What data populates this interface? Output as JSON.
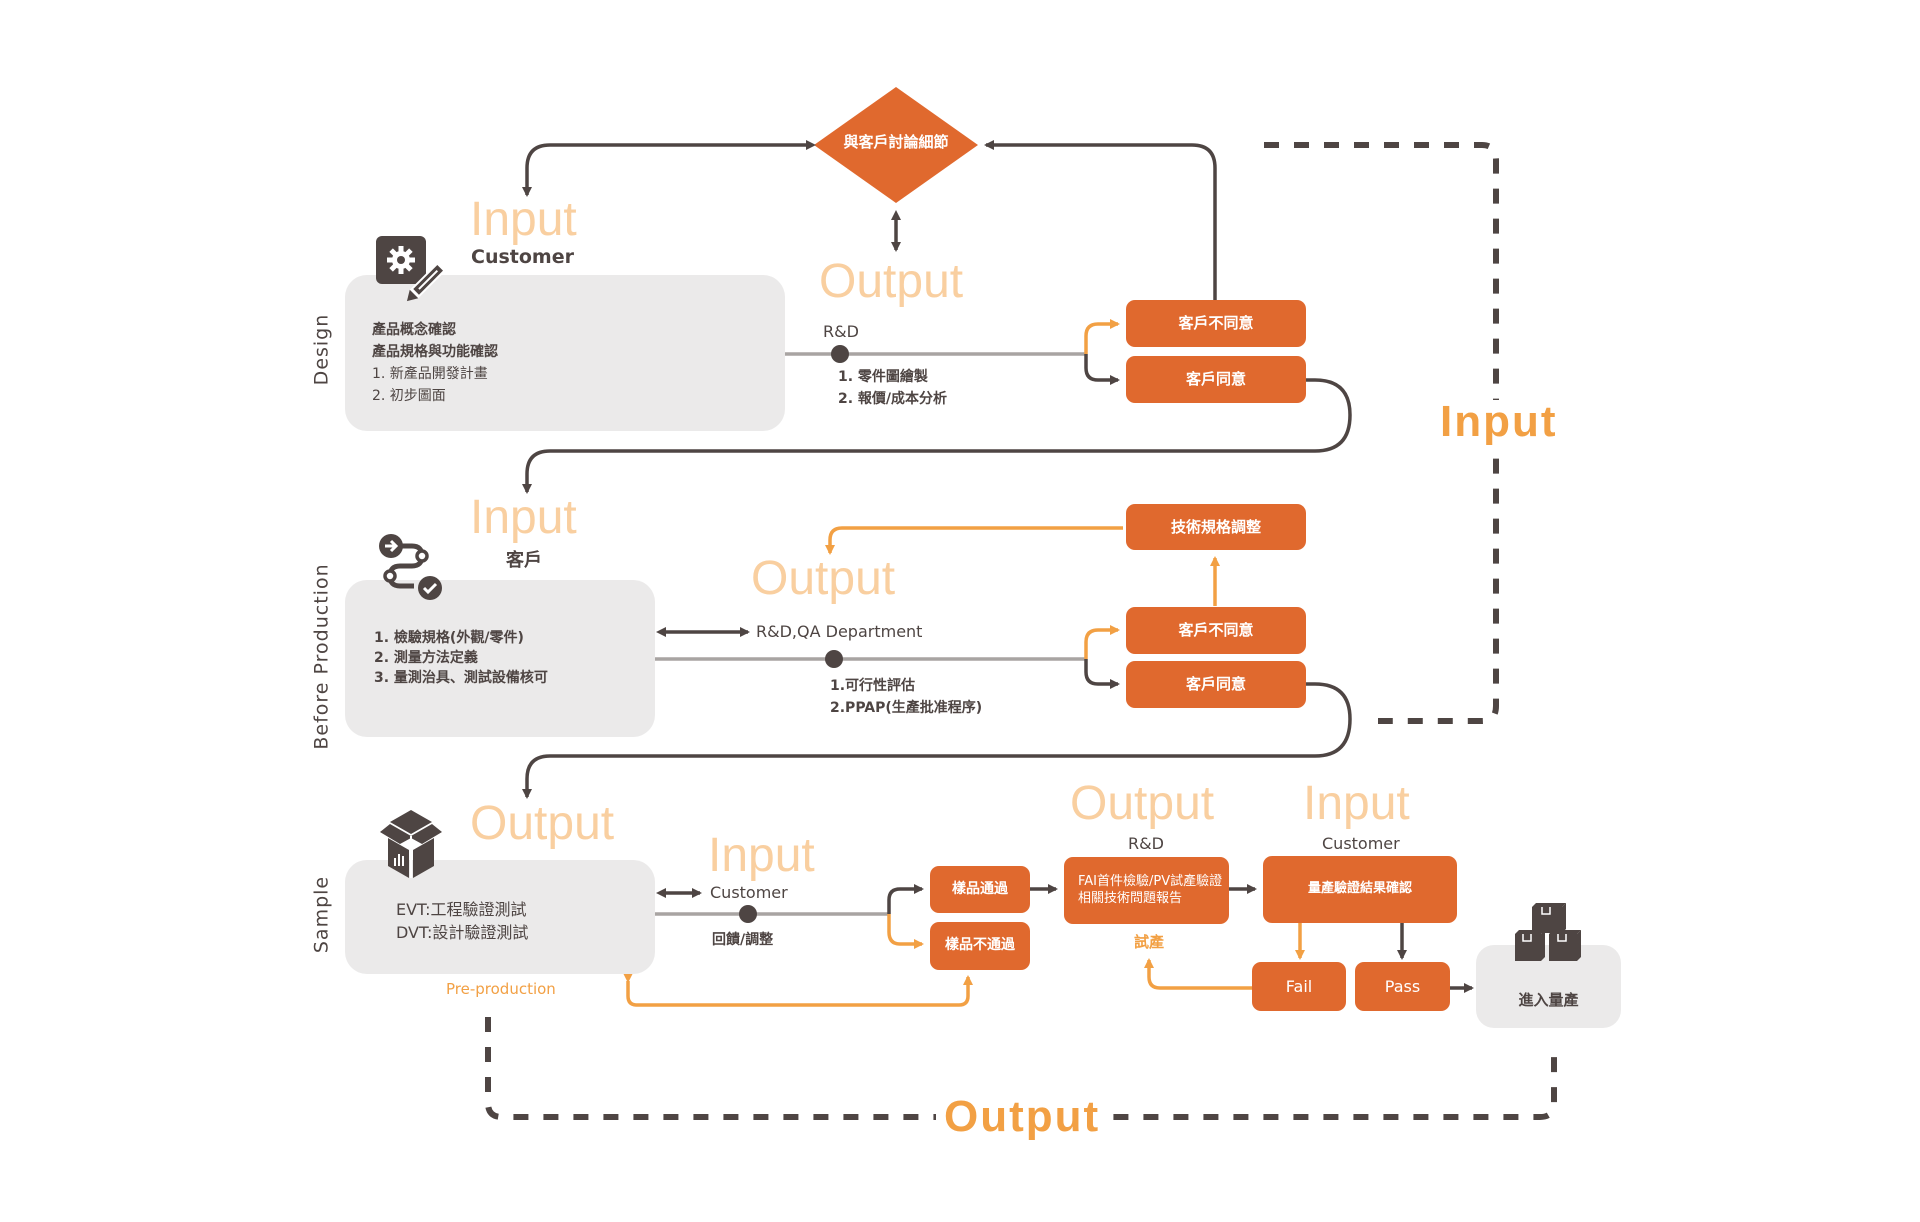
{
  "colors": {
    "accent_orange": "#e0692e",
    "light_orange": "#f2a044",
    "pale_orange": "#f9cfa0",
    "dark": "#4e4543",
    "panel_gray": "#ebeaea",
    "line_gray": "#a8a4a2"
  },
  "top": {
    "decision_label": "與客戶討論細節"
  },
  "design": {
    "stage_label": "Design",
    "icon": "gear-pencil-icon",
    "input_word": "Input",
    "input_party": "Customer",
    "panel_lines": [
      "產品概念確認",
      "產品規格與功能確認",
      "1. 新產品開發計畫",
      "2. 初步圖面"
    ],
    "output_word": "Output",
    "output_party": "R&D",
    "output_items": [
      "1. 零件圖繪製",
      "2. 報價/成本分析"
    ],
    "reject_label": "客戶不同意",
    "accept_label": "客戶同意"
  },
  "before_production": {
    "stage_label": "Before Production",
    "icon": "workflow-icon",
    "input_word": "Input",
    "input_party": "客戶",
    "panel_lines": [
      "1. 檢驗規格(外觀/零件)",
      "2. 測量方法定義",
      "3. 量測治具、測試設備核可"
    ],
    "output_word": "Output",
    "output_party": "R&D,QA Department",
    "output_items": [
      "1.可行性評估",
      "2.PPAP(生產批准程序)"
    ],
    "adjust_label": "技術規格調整",
    "reject_label": "客戶不同意",
    "accept_label": "客戶同意"
  },
  "sample": {
    "stage_label": "Sample",
    "icon": "open-box-icon",
    "output_word": "Output",
    "panel_lines": [
      "EVT:工程驗證測試",
      "DVT:設計驗證測試"
    ],
    "panel_caption": "Pre-production",
    "input_word": "Input",
    "input_party": "Customer",
    "feedback_label": "回饋/調整",
    "pass_label": "樣品通過",
    "fail_label": "樣品不通過",
    "trial": {
      "output_word": "Output",
      "party": "R&D",
      "box_lines": [
        "FAI首件檢驗/PV試產驗證",
        "相關技術問題報告"
      ],
      "caption": "試產"
    },
    "confirm": {
      "input_word": "Input",
      "party": "Customer",
      "box_label": "量產驗證結果確認",
      "fail_label": "Fail",
      "pass_label": "Pass"
    },
    "mass_production_label": "進入量產",
    "mass_production_icon": "stacked-boxes-icon"
  },
  "loops": {
    "right_label": "Input",
    "bottom_label": "Output"
  }
}
